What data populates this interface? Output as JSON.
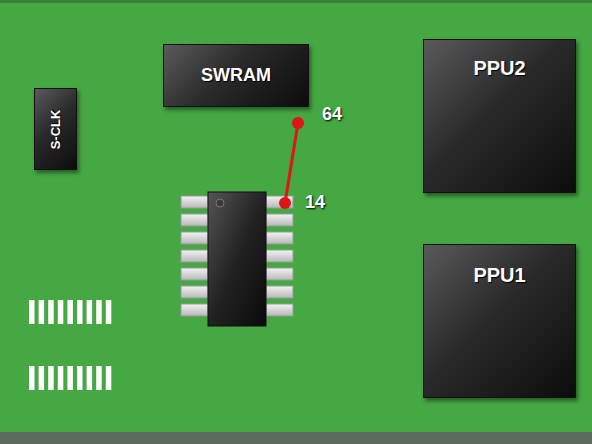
{
  "diagram": {
    "nodes": [
      {
        "text": [
          "SWRAM"
        ]
      },
      {
        "text": [
          "PPU2"
        ]
      },
      {
        "text": [
          "S-CLK"
        ]
      },
      {
        "text": [
          "PPU1"
        ]
      }
    ],
    "labels": [
      "64",
      "14"
    ]
  }
}
